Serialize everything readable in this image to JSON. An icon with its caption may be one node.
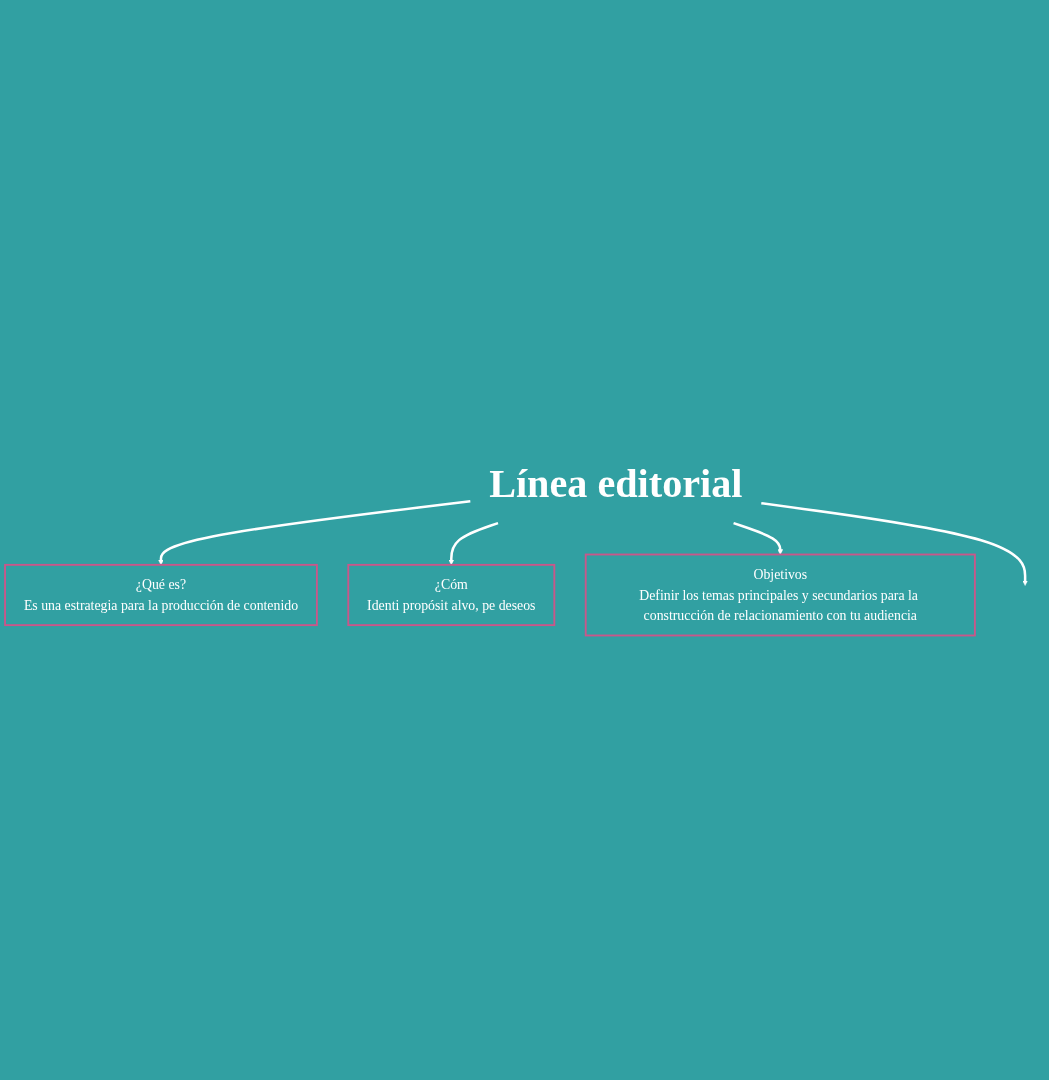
{
  "diagram": {
    "nodes": [
      {
        "text": [
          "Línea editorial"
        ]
      },
      {
        "text": [
          "¿Qué es?",
          "Es una estrategia para la producción de contenido"
        ]
      },
      {
        "text": [
          "¿Cóm",
          "Identi propósit alvo, pe deseos"
        ]
      },
      {
        "text": [
          "Objetivos",
          "Definir los temas principales y secundarios para la construcción de relacionamiento con tu audiencia"
        ]
      }
    ],
    "edges": [
      {
        "from": 0,
        "to": 1,
        "arrow": "to"
      },
      {
        "from": 0,
        "to": 2,
        "arrow": "to"
      },
      {
        "from": 0,
        "to": 3,
        "arrow": "to"
      },
      {
        "from": 0,
        "to": null,
        "arrow": "to"
      }
    ]
  }
}
